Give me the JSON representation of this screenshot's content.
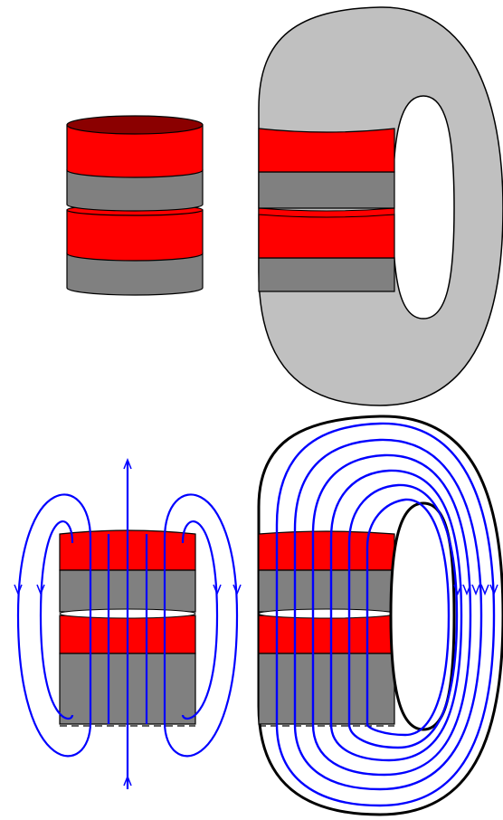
{
  "colors": {
    "background": "#ffffff",
    "magnet_red": "#ff0000",
    "magnet_dark_red_top": "#8b0000",
    "magnet_gray": "#808080",
    "yoke_gray": "#c0c0c0",
    "field_line_blue": "#0000ff",
    "outline_black": "#000000"
  },
  "panels": [
    {
      "id": "stacked-magnets",
      "description_visible": false
    },
    {
      "id": "magnets-in-toroidal-yoke",
      "description_visible": false
    },
    {
      "id": "stacked-magnets-field-lines",
      "description_visible": false
    },
    {
      "id": "toroidal-yoke-field-lines",
      "description_visible": false
    }
  ]
}
